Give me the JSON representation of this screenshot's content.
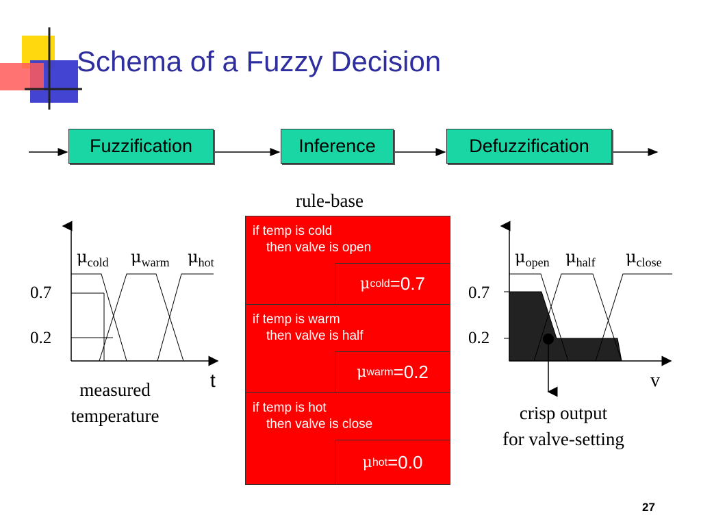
{
  "slide": {
    "title": "Schema of a Fuzzy Decision",
    "page_number": "27"
  },
  "pipeline": [
    {
      "label": "Fuzzification"
    },
    {
      "label": "Inference"
    },
    {
      "label": "Defuzzification"
    }
  ],
  "rule_base": {
    "title": "rule-base",
    "rules": [
      {
        "if": "if temp is cold",
        "then": "then valve is open",
        "mu_symbol": "μ",
        "mu_sub": "cold",
        "mu_value": "=0.7"
      },
      {
        "if": "if temp is warm",
        "then": "then valve is half",
        "mu_symbol": "μ",
        "mu_sub": "warm",
        "mu_value": "=0.2"
      },
      {
        "if": "if temp is hot",
        "then": "then valve is close",
        "mu_symbol": "μ",
        "mu_sub": "hot",
        "mu_value": "=0.0"
      }
    ]
  },
  "input_chart": {
    "mu_symbol": "μ",
    "sets": [
      "cold",
      "warm",
      "hot"
    ],
    "ticks": [
      "0.7",
      "0.2"
    ],
    "axis_label": "t",
    "caption_line1": "measured",
    "caption_line2": "temperature"
  },
  "output_chart": {
    "mu_symbol": "μ",
    "sets": [
      "open",
      "half",
      "close"
    ],
    "ticks": [
      "0.7",
      "0.2"
    ],
    "axis_label": "v",
    "caption_line1": "crisp output",
    "caption_line2": "for valve-setting"
  },
  "colors": {
    "title": "#2e2e9e",
    "stage_fill": "#1ad6a4",
    "rule_fill": "#ff0000",
    "output_fill": "#222222"
  }
}
